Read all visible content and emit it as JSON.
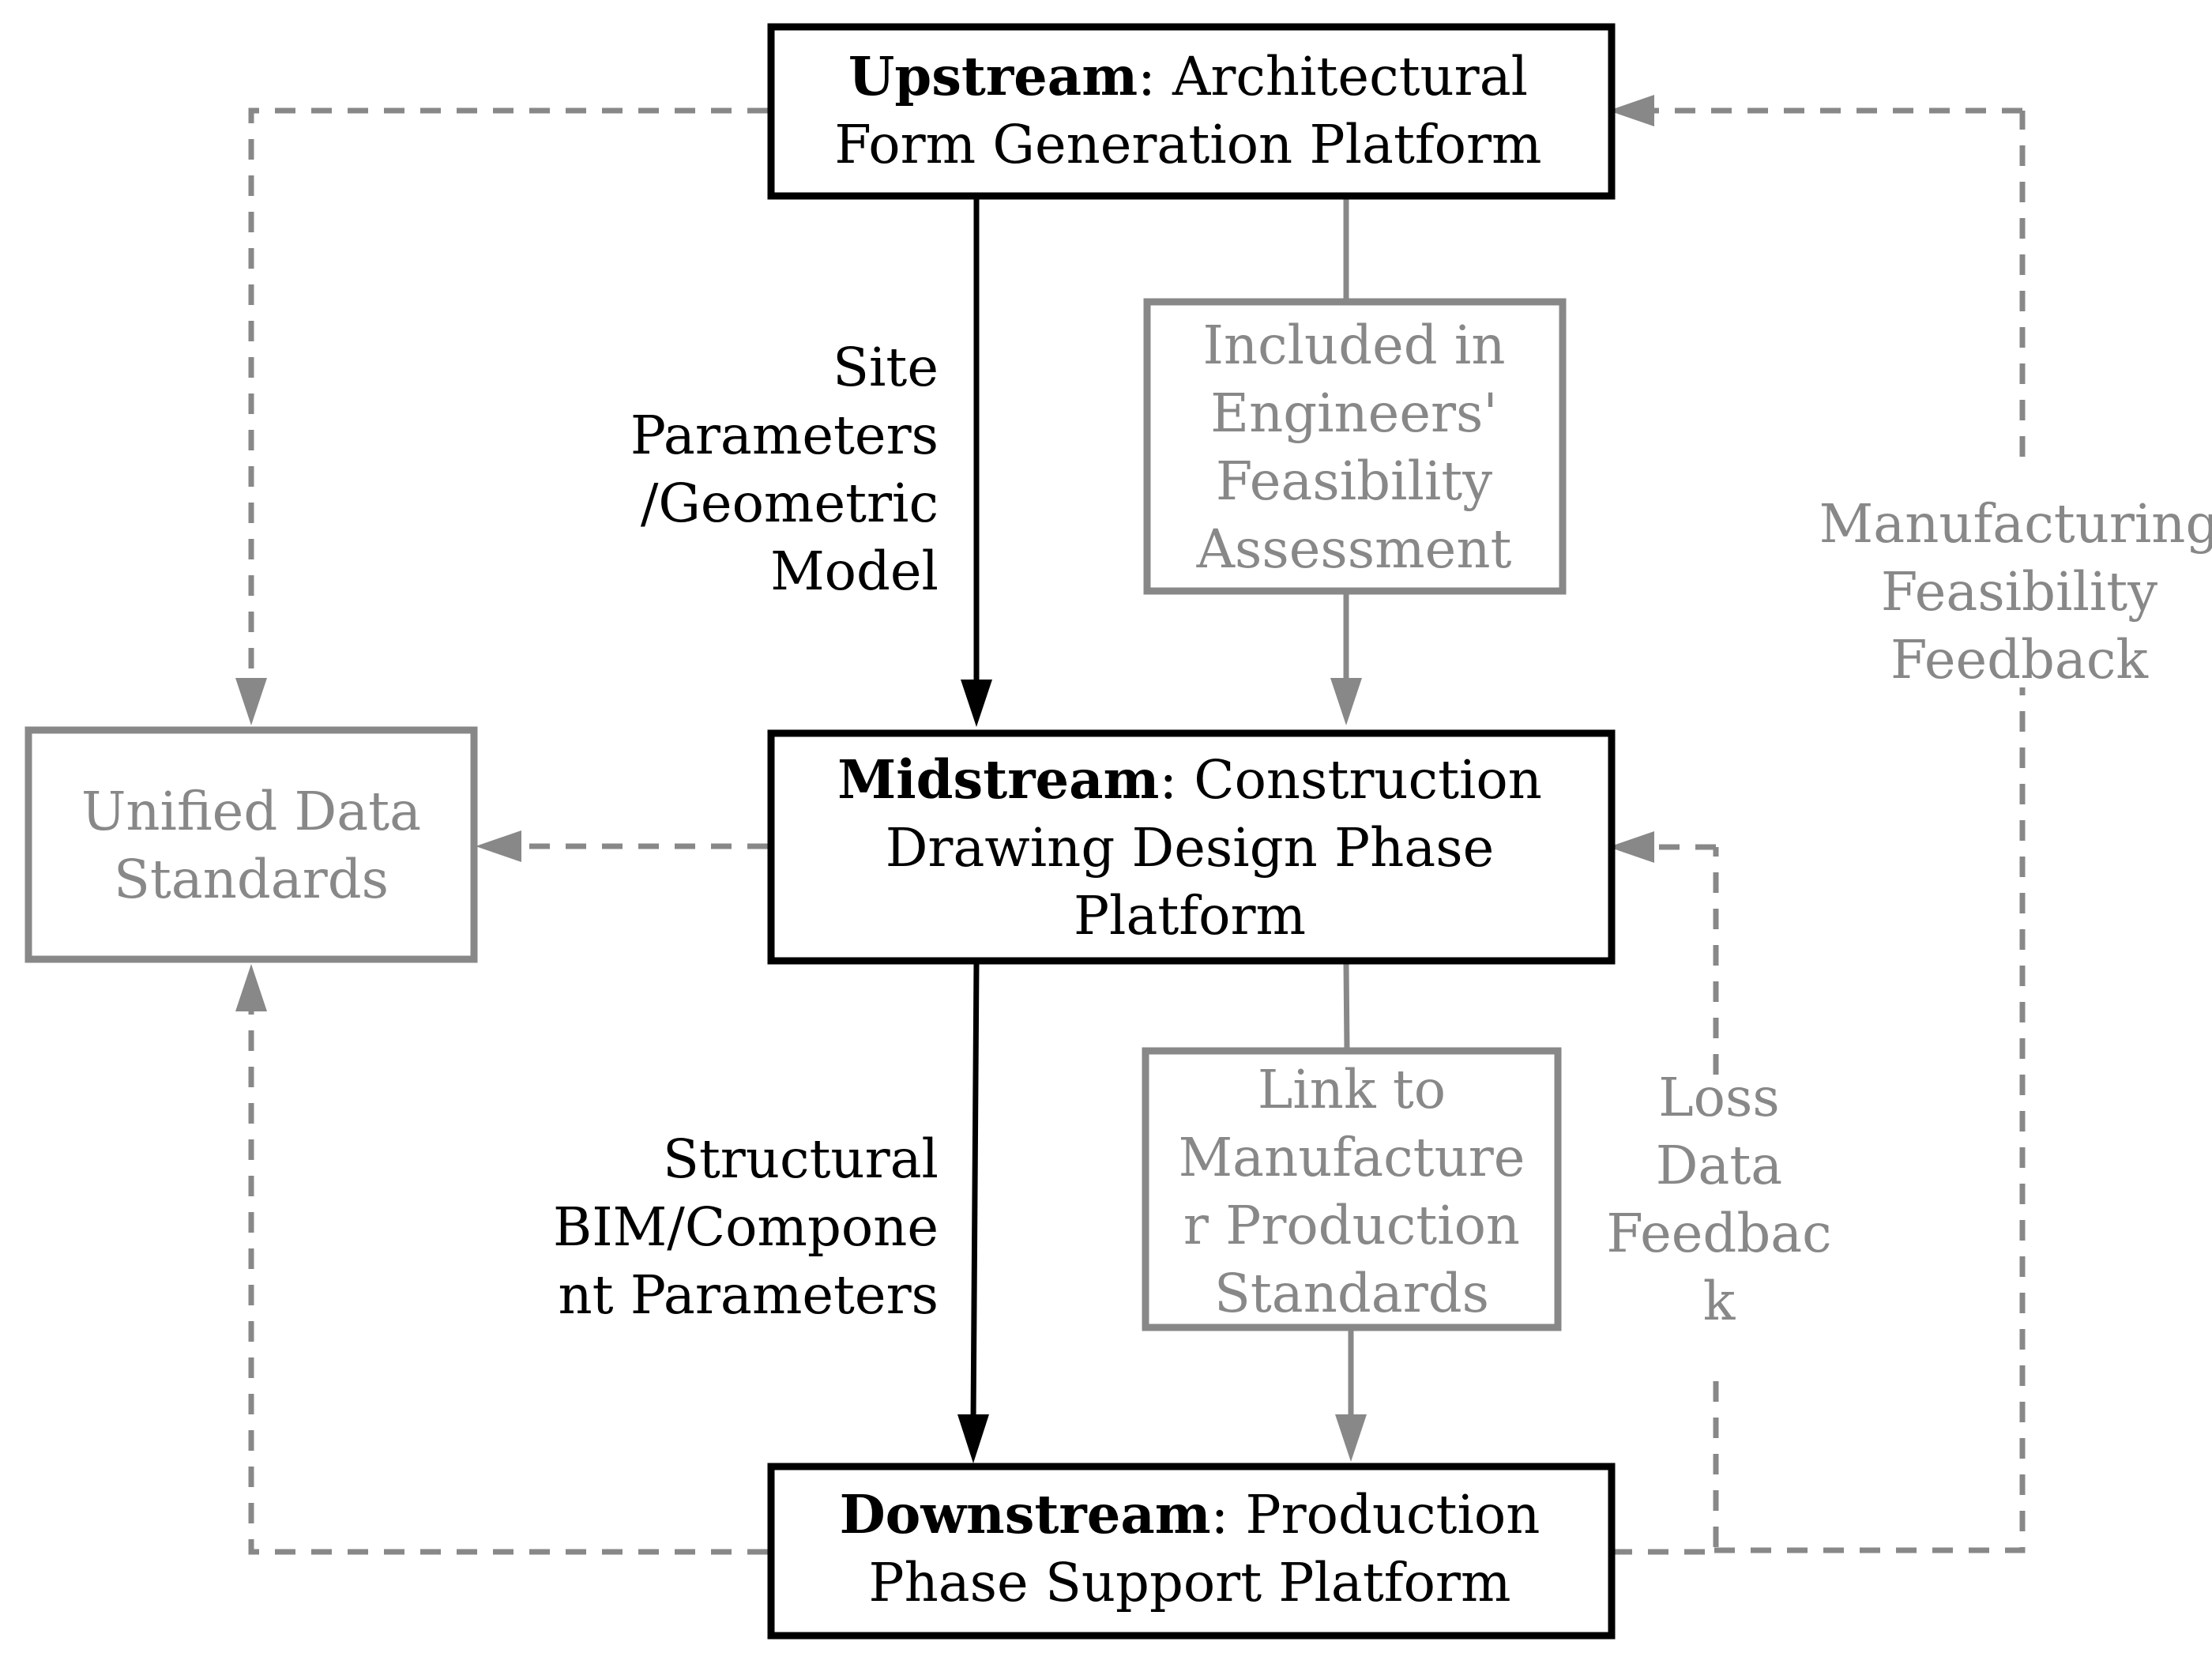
{
  "nodes": {
    "upstream": {
      "bold": "Upstream",
      "rest": ": Architectural",
      "line2": "Form Generation Platform"
    },
    "midstream": {
      "bold": "Midstream",
      "rest": ": Construction",
      "line2": "Drawing Design Phase",
      "line3": "Platform"
    },
    "downstream": {
      "bold": "Downstream",
      "rest": ": Production",
      "line2": "Phase Support Platform"
    },
    "unified_data_standards": {
      "lines": [
        "Unified Data",
        "Standards"
      ]
    },
    "engineers_feasibility": {
      "lines": [
        "Included in",
        "Engineers'",
        "Feasibility",
        "Assessment"
      ]
    },
    "manufacturer_standards": {
      "lines": [
        "Link to",
        "Manufacture",
        "r Production",
        "Standards"
      ]
    }
  },
  "edge_labels": {
    "site_parameters": [
      "Site",
      "Parameters",
      "/Geometric",
      "Model"
    ],
    "structural_bim": [
      "Structural",
      "BIM/Compone",
      "nt Parameters"
    ],
    "manufacturing_feedback": [
      "Manufacturing",
      "Feasibility",
      "Feedback"
    ],
    "loss_data_feedback": [
      "Loss",
      "Data",
      "Feedbac",
      "k"
    ]
  },
  "colors": {
    "primary": "#000000",
    "secondary": "#888888"
  }
}
